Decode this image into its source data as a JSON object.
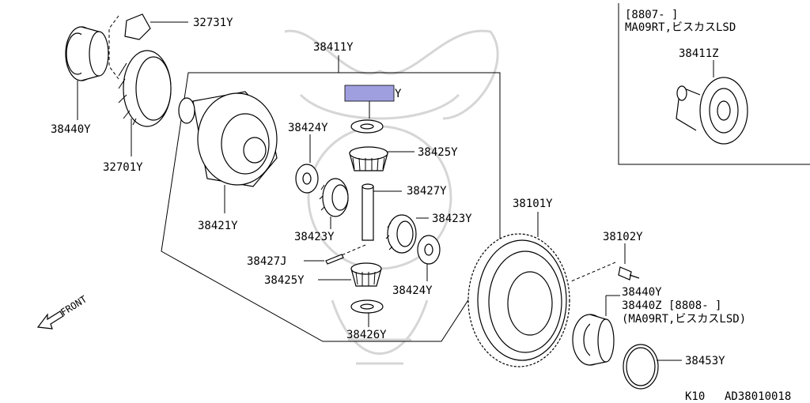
{
  "inset": {
    "line1": "[8807-     ]",
    "line2": "MA09RT,ビスカスLSD",
    "part": "38411Z"
  },
  "labels": {
    "p32731Y": "32731Y",
    "p38411Y": "38411Y",
    "p38440Y_left": "38440Y",
    "p32701Y": "32701Y",
    "p38424Y_top": "38424Y",
    "p38425Y_top": "38425Y",
    "p38427Y": "38427Y",
    "p38423Y_right": "38423Y",
    "p38421Y": "38421Y",
    "p38423Y_left": "38423Y",
    "p38427J": "38427J",
    "p38425Y_bottom": "38425Y",
    "p38424Y_bottom": "38424Y",
    "p38426Y": "38426Y",
    "p38101Y": "38101Y",
    "p38102Y": "38102Y",
    "p38440Y_right": "38440Y",
    "p38440Z": "38440Z [8808-     ]",
    "p38440Z_note": "(MA09RT,ビスカスLSD)",
    "p38453Y": "38453Y",
    "p_front": "FRONT",
    "highlight_suffix": "Y"
  },
  "footer": {
    "code1": "K10",
    "code2": "AD38010018"
  },
  "colors": {
    "highlight": "#9f9fdf",
    "ink": "#000000",
    "watermark": "#d6d6d6"
  }
}
